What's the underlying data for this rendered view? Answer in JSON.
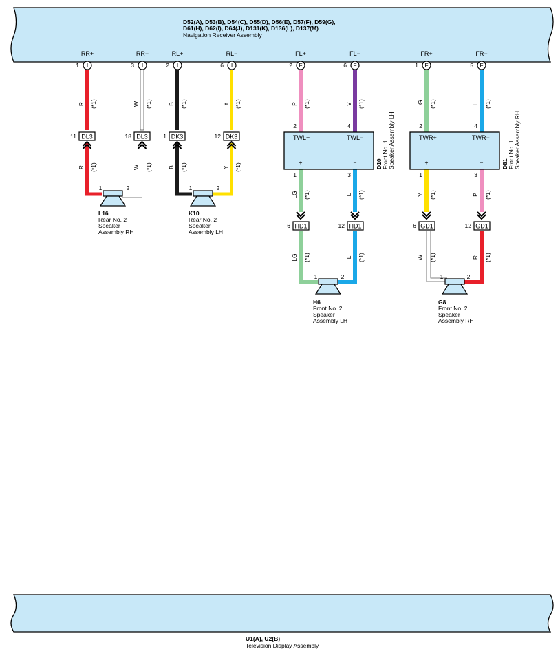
{
  "top_component": {
    "codes_line1": "D52(A), D53(B), D54(C), D55(D), D56(E), D57(F), D59(G),",
    "codes_line2": "D61(H), D62(I), D64(J), D131(K), D136(L), D137(M)",
    "name": "Navigation Receiver Assembly"
  },
  "bottom_component": {
    "codes": "U1(A), U2(B)",
    "name": "Television Display Assembly"
  },
  "terminals": [
    {
      "label": "RR+",
      "pin": "1",
      "conn": "I"
    },
    {
      "label": "RR−",
      "pin": "3",
      "conn": "I"
    },
    {
      "label": "RL+",
      "pin": "2",
      "conn": "I"
    },
    {
      "label": "RL−",
      "pin": "6",
      "conn": "I"
    },
    {
      "label": "FL+",
      "pin": "2",
      "conn": "F"
    },
    {
      "label": "FL−",
      "pin": "6",
      "conn": "F"
    },
    {
      "label": "FR+",
      "pin": "1",
      "conn": "F"
    },
    {
      "label": "FR−",
      "pin": "5",
      "conn": "F"
    }
  ],
  "wire_note": "(*1)",
  "colors": {
    "panel_fill": "#c8e8f8",
    "R": "#e8202a",
    "W": "#ffffff",
    "B": "#1a1a1a",
    "Y": "#ffe000",
    "P": "#ef8fbf",
    "V": "#7a3aa0",
    "LG": "#8ed09a",
    "L": "#1aa8e8"
  },
  "wire_codes": {
    "R": "R",
    "W": "W",
    "B": "B",
    "Y": "Y",
    "P": "P",
    "V": "V",
    "LG": "LG",
    "L": "L"
  },
  "connectors": {
    "dl3_a": {
      "pin": "11",
      "name": "DL3"
    },
    "dl3_b": {
      "pin": "18",
      "name": "DL3"
    },
    "dk3_a": {
      "pin": "1",
      "name": "DK3"
    },
    "dk3_b": {
      "pin": "12",
      "name": "DK3"
    },
    "hd1_a": {
      "pin": "6",
      "name": "HD1"
    },
    "hd1_b": {
      "pin": "12",
      "name": "HD1"
    },
    "gd1_a": {
      "pin": "6",
      "name": "GD1"
    },
    "gd1_b": {
      "pin": "12",
      "name": "GD1"
    }
  },
  "tweeters": {
    "lh": {
      "label_plus": "TWL+",
      "label_minus": "TWL−",
      "sign_plus": "+",
      "sign_minus": "−",
      "top_pin_plus": "2",
      "top_pin_minus": "4",
      "bot_pin_plus": "1",
      "bot_pin_minus": "3",
      "id": "D10",
      "desc1": "Front No. 1",
      "desc2": "Speaker Assembly LH"
    },
    "rh": {
      "label_plus": "TWR+",
      "label_minus": "TWR−",
      "sign_plus": "+",
      "sign_minus": "−",
      "top_pin_plus": "2",
      "top_pin_minus": "4",
      "bot_pin_plus": "1",
      "bot_pin_minus": "3",
      "id": "D81",
      "desc1": "Front No. 1",
      "desc2": "Speaker Assembly RH"
    }
  },
  "speakers": {
    "l16": {
      "id": "L16",
      "line1": "Rear No.  2",
      "line2": "Speaker",
      "line3": "Assembly RH",
      "pin1": "1",
      "pin2": "2"
    },
    "k10": {
      "id": "K10",
      "line1": "Rear No.  2",
      "line2": "Speaker",
      "line3": "Assembly LH",
      "pin1": "1",
      "pin2": "2"
    },
    "h6": {
      "id": "H6",
      "line1": "Front No.  2",
      "line2": "Speaker",
      "line3": "Assembly LH",
      "pin1": "1",
      "pin2": "2"
    },
    "g8": {
      "id": "G8",
      "line1": "Front No.  2",
      "line2": "Speaker",
      "line3": "Assembly RH",
      "pin1": "1",
      "pin2": "2"
    }
  }
}
